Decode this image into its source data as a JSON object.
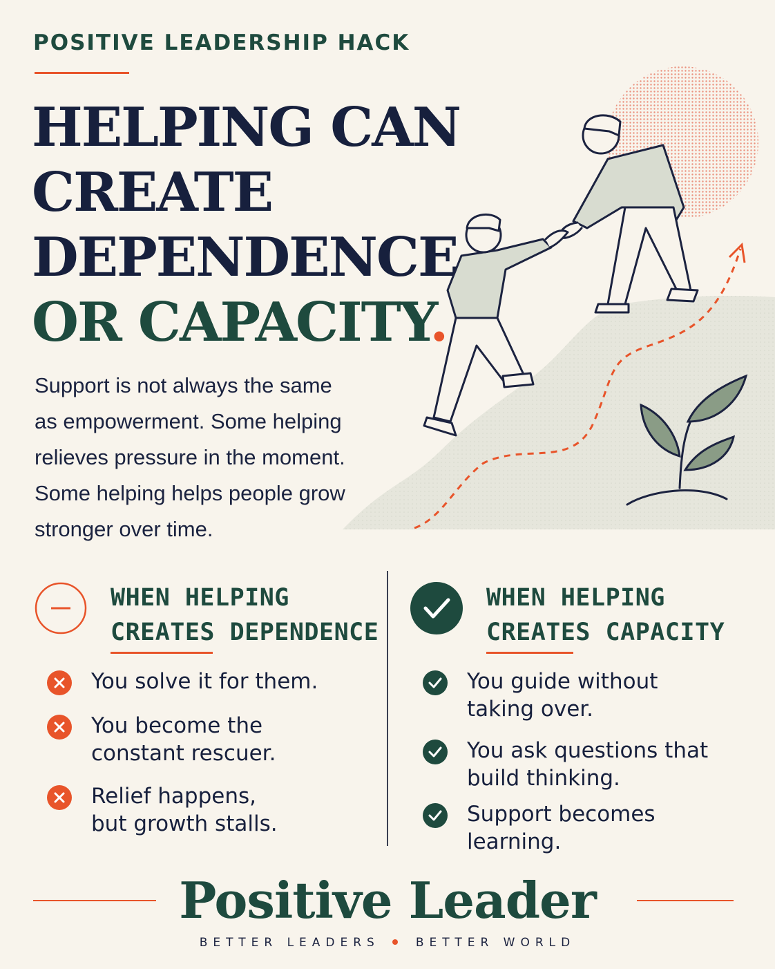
{
  "header": {
    "eyebrow": "POSITIVE LEADERSHIP HACK",
    "headline_lines": [
      "HELPING CAN",
      "CREATE",
      "DEPENDENCE",
      "OR CAPACITY"
    ],
    "headline_period": ".",
    "intro_lines": [
      "Support is not always the same",
      "as empowerment. Some helping",
      "relieves pressure in the moment.",
      "Some helping helps people grow",
      "stronger over time."
    ]
  },
  "dependence": {
    "heading_lines": [
      "WHEN HELPING",
      "CREATES DEPENDENCE"
    ],
    "icon": "minus-circle-icon",
    "item_icon": "x-circle-icon",
    "items": [
      {
        "lines": [
          "You solve it for them."
        ]
      },
      {
        "lines": [
          "You become the",
          "constant rescuer."
        ]
      },
      {
        "lines": [
          "Relief happens,",
          "but growth stalls."
        ]
      }
    ]
  },
  "capacity": {
    "heading_lines": [
      "WHEN HELPING",
      "CREATES CAPACITY"
    ],
    "icon": "check-circle-icon",
    "item_icon": "check-icon",
    "items": [
      {
        "lines": [
          "You guide without",
          "taking over."
        ]
      },
      {
        "lines": [
          "You ask questions that",
          "build thinking."
        ]
      },
      {
        "lines": [
          "Support becomes",
          "learning."
        ]
      }
    ]
  },
  "footer": {
    "brand": "Positive Leader",
    "tagline_left": "BETTER LEADERS",
    "tagline_right": "BETTER WORLD"
  },
  "colors": {
    "background": "#f8f4ec",
    "navy": "#17203d",
    "green": "#1e4a3e",
    "accent": "#e8542a",
    "hill": "#e4e5db"
  }
}
